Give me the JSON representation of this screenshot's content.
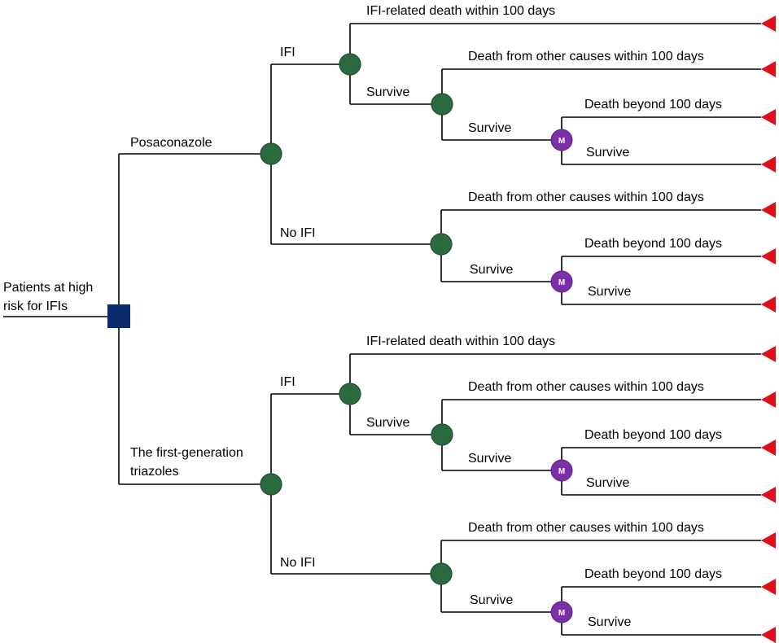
{
  "colors": {
    "decision_node": "#0b2a6b",
    "chance_node": "#2a6a3e",
    "chance_node_stroke": "#1f4f2c",
    "markov_node": "#7b2fa8",
    "terminal_node": "#e0101a",
    "line": "#000000"
  },
  "root": {
    "label_line1": "Patients at high",
    "label_line2": "risk for IFIs"
  },
  "markov_symbol": "M",
  "strategies": [
    {
      "label_lines": [
        "Posaconazole"
      ],
      "ifi": {
        "label": "IFI",
        "death_label": "IFI-related death within 100 days",
        "survive_label": "Survive",
        "other_death_label": "Death from other causes within 100 days",
        "survive2_label": "Survive",
        "beyond_label": "Death beyond 100 days",
        "final_survive_label": "Survive"
      },
      "no_ifi": {
        "label": "No IFI",
        "other_death_label": "Death from other causes within 100 days",
        "survive_label": "Survive",
        "beyond_label": "Death beyond 100 days",
        "final_survive_label": "Survive"
      }
    },
    {
      "label_lines": [
        "The first-generation",
        "triazoles"
      ],
      "ifi": {
        "label": "IFI",
        "death_label": "IFI-related death within 100 days",
        "survive_label": "Survive",
        "other_death_label": "Death from other causes within 100 days",
        "survive2_label": "Survive",
        "beyond_label": "Death beyond 100 days",
        "final_survive_label": "Survive"
      },
      "no_ifi": {
        "label": "No IFI",
        "other_death_label": "Death from other causes within 100 days",
        "survive_label": "Survive",
        "beyond_label": "Death beyond 100 days",
        "final_survive_label": "Survive"
      }
    }
  ]
}
